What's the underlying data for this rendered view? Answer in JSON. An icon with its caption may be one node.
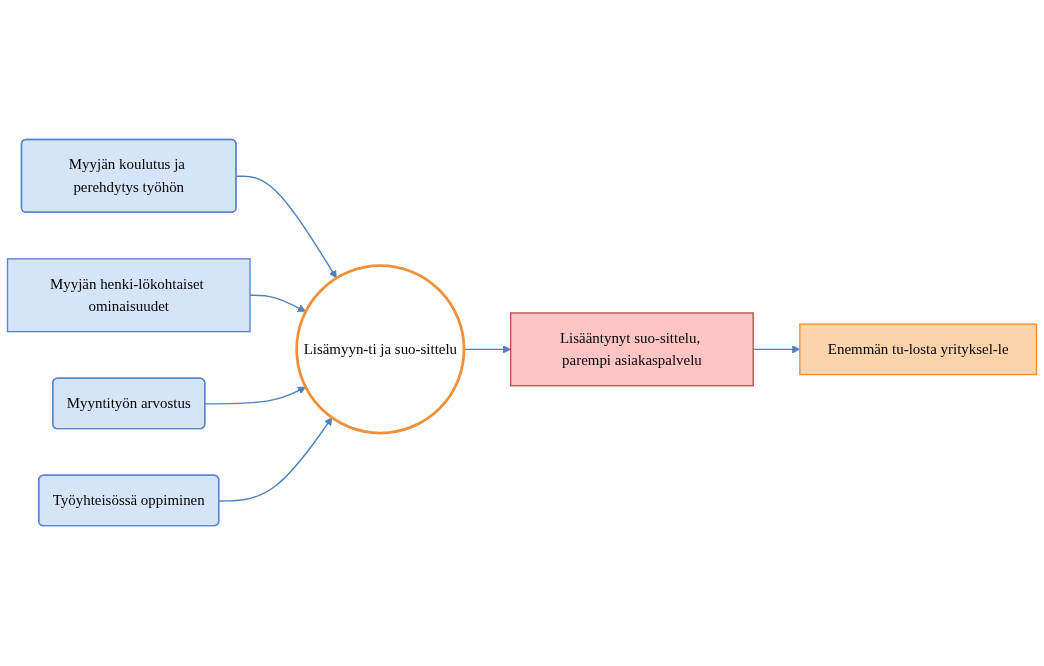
{
  "diagram": {
    "nodes": [
      {
        "text": [
          "Myyjän koulutus ja perehdytys työhön"
        ]
      },
      {
        "text": [
          "Myyjän henki-lökohtaiset ominaisuudet"
        ]
      },
      {
        "text": [
          "Myyntityön arvostus"
        ]
      },
      {
        "text": [
          "Lisämyyn-ti ja suo-sittelu"
        ]
      },
      {
        "text": [
          "Työyhteisössä oppiminen"
        ]
      },
      {
        "text": [
          "Enemmän tu-losta yrityksel-le"
        ]
      },
      {
        "text": [
          "Lisääntynyt suo-sittelu, parempi asiakaspalvelu"
        ]
      }
    ],
    "edges": [
      {
        "from": 0,
        "to": 3,
        "arrow": "to"
      },
      {
        "from": 1,
        "to": 3,
        "arrow": "to"
      },
      {
        "from": 2,
        "to": 3,
        "arrow": "to"
      },
      {
        "from": 4,
        "to": 3,
        "arrow": "to"
      },
      {
        "from": 3,
        "to": 6,
        "arrow": "to"
      },
      {
        "from": 6,
        "to": 5,
        "arrow": "to"
      }
    ]
  }
}
